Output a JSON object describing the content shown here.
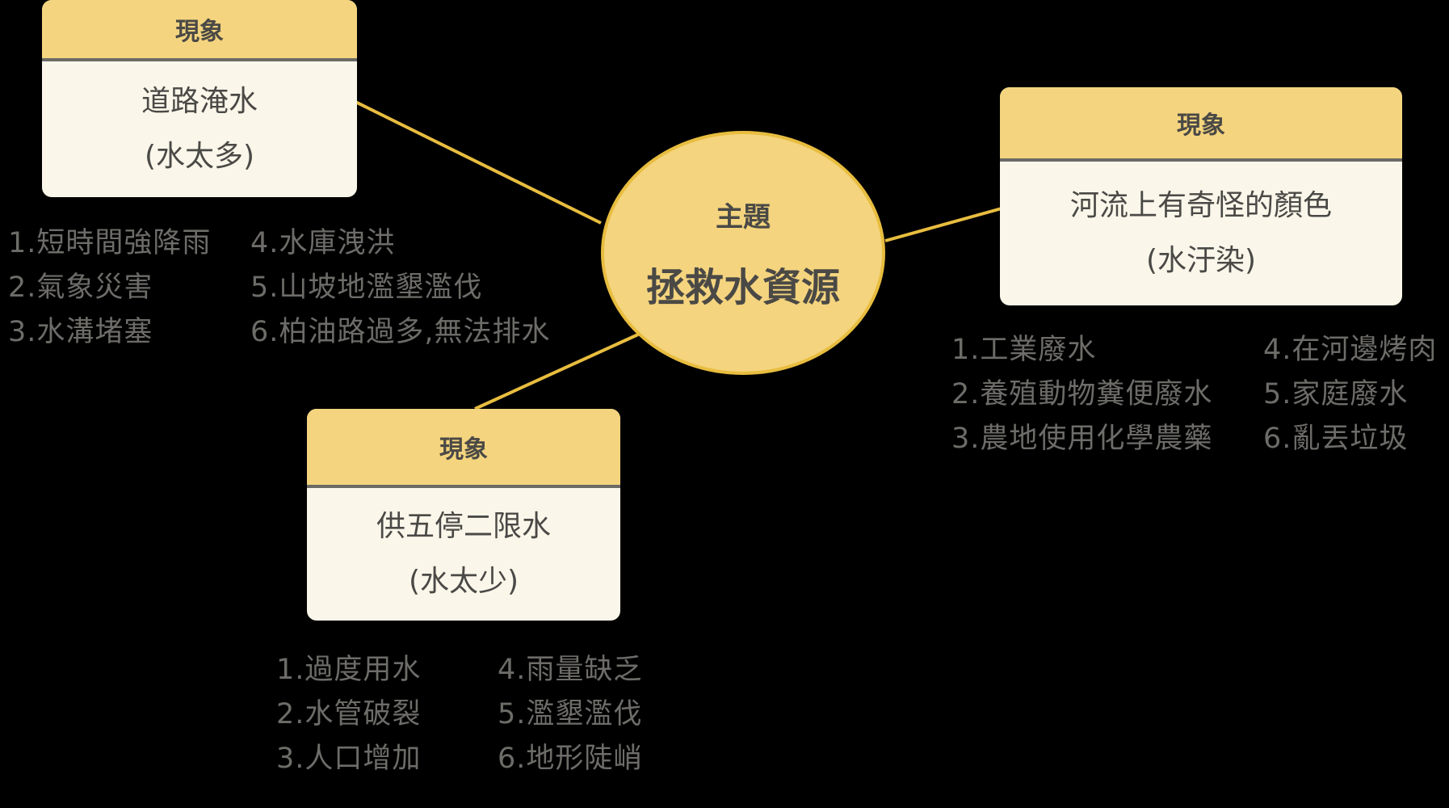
{
  "center": {
    "label": "主題",
    "title": "拯救水資源"
  },
  "cards": [
    {
      "header": "現象",
      "title": "道路淹水",
      "subtitle": "(水太多)",
      "causes": [
        "1.短時間強降雨",
        "4.水庫洩洪",
        "2.氣象災害",
        "5.山坡地濫墾濫伐",
        "3.水溝堵塞",
        "6.柏油路過多,無法排水"
      ]
    },
    {
      "header": "現象",
      "title": "河流上有奇怪的顏色",
      "subtitle": "(水汙染)",
      "causes": [
        "1.工業廢水",
        "4.在河邊烤肉",
        "2.養殖動物糞便廢水",
        "5.家庭廢水",
        "3.農地使用化學農藥",
        "6.亂丟垃圾"
      ]
    },
    {
      "header": "現象",
      "title": "供五停二限水",
      "subtitle": "(水太少)",
      "causes": [
        "1.過度用水",
        "4.雨量缺乏",
        "2.水管破裂",
        "5.濫墾濫伐",
        "3.人口增加",
        "6.地形陡峭"
      ]
    }
  ],
  "colors": {
    "background": "#000000",
    "header": "#f4d47e",
    "card": "#faf7ea",
    "connector": "#e8bd3f",
    "text": "#4a4946"
  }
}
